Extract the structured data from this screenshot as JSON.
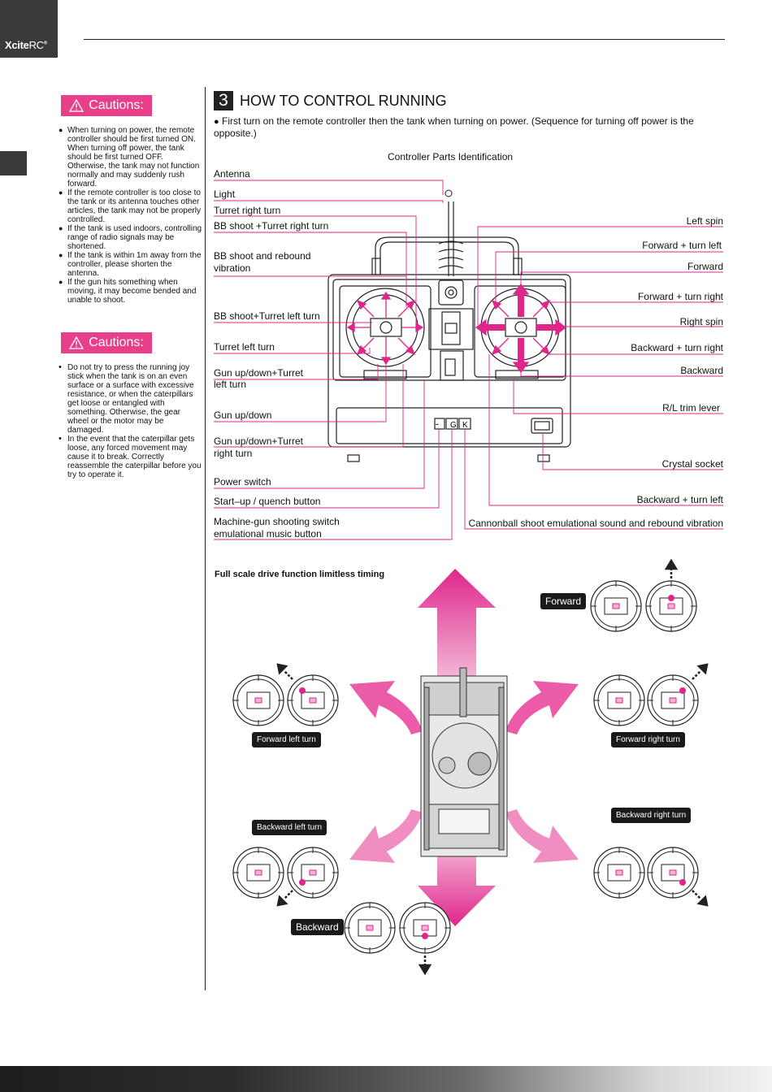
{
  "brand": {
    "name_bold": "Xcite",
    "name_light": "RC",
    "mark": "®"
  },
  "cautions_1": {
    "title": "Cautions:",
    "items": [
      "When turning on power, the remote controller should be first turned ON. When turning off power, the tank should be first turned OFF. Otherwise, the tank may not function normally and may suddenly rush forward.",
      "If the remote controller is too close to the tank or its antenna touches other articles, the tank may not be properly controlled.",
      "If the tank is used indoors, controlling range of radio signals may be shortened.",
      "If the tank is within 1m away from the controller, please shorten the antenna.",
      "If the gun hits something when moving, it may become bended and unable to shoot."
    ]
  },
  "cautions_2": {
    "title": "Cautions:",
    "items": [
      "Do not try to press the running joy stick when the tank is on an even surface or a surface with excessive resistance, or when the caterpillars get loose or entangled with something. Otherwise, the gear wheel or the motor may be damaged.",
      "In the event that the caterpillar gets loose, any forced movement may cause it to break. Correctly reassemble the caterpillar before you try to operate it."
    ]
  },
  "section": {
    "number": "3",
    "title": "HOW TO CONTROL RUNNING",
    "intro": "First turn on the remote controller then the tank when turning on power. (Sequence for turning off power is the opposite.)"
  },
  "diagram": {
    "title": "Controller Parts Identification",
    "left_labels": {
      "antenna": "Antenna",
      "light": "Light",
      "turret_right": "Turret right turn",
      "bb_turret_right": "BB shoot +Turret right turn",
      "bb_rebound_1": "BB shoot and rebound",
      "bb_rebound_2": "vibration",
      "bb_turret_left": "BB shoot+Turret left turn",
      "turret_left": "Turret left turn",
      "gun_turret_left_1": "Gun up/down+Turret",
      "gun_turret_left_2": "left turn",
      "gun_updown": "Gun up/down",
      "gun_turret_right_1": "Gun up/down+Turret",
      "gun_turret_right_2": "right turn",
      "power_switch": "Power switch",
      "startup": "Start–up / quench button",
      "mg_1": "Machine-gun shooting switch",
      "mg_2": "emulational music button"
    },
    "right_labels": {
      "left_spin": "Left spin",
      "fwd_left": "Forward + turn left",
      "forward": "Forward",
      "fwd_right": "Forward + turn right",
      "right_spin": "Right spin",
      "back_right": "Backward + turn right",
      "backward": "Backward",
      "trim": "R/L trim lever",
      "crystal": "Crystal socket",
      "back_left": "Backward + turn left",
      "cannon": "Cannonball shoot emulational sound and rebound vibration"
    },
    "button_labels": {
      "g": "G",
      "k": "K"
    }
  },
  "full_scale": {
    "title": "Full scale drive function limitless timing",
    "tags": {
      "forward": "Forward",
      "fwd_left": "Forward left turn",
      "fwd_right": "Forward right turn",
      "back_left": "Backward left turn",
      "back_right": "Backward right turn",
      "backward": "Backward"
    }
  },
  "colors": {
    "accent": "#e83f8a",
    "arrow": "#e0268a",
    "dark": "#1a1a1a"
  }
}
